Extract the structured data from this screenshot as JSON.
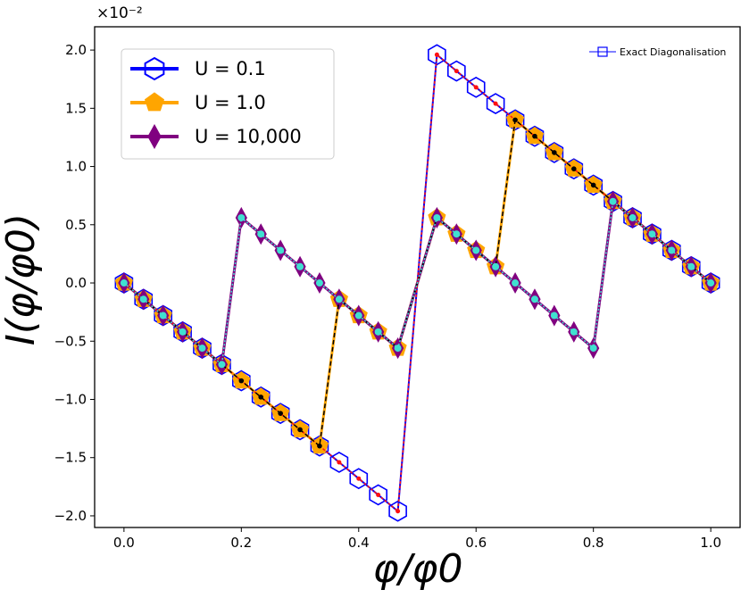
{
  "chart_data": {
    "type": "line",
    "xlabel": "φ/φ0",
    "ylabel": "I(φ/φ0)",
    "y_offset_text": "×10⁻²",
    "xlim": [
      -0.05,
      1.05
    ],
    "ylim": [
      -2.1,
      2.2
    ],
    "x_ticks": [
      0.0,
      0.2,
      0.4,
      0.6,
      0.8,
      1.0
    ],
    "x_tick_labels": [
      "0.0",
      "0.2",
      "0.4",
      "0.6",
      "0.8",
      "1.0"
    ],
    "y_ticks": [
      -2.0,
      -1.5,
      -1.0,
      -0.5,
      0.0,
      0.5,
      1.0,
      1.5,
      2.0
    ],
    "y_tick_labels": [
      "−2.0",
      "−1.5",
      "−1.0",
      "−0.5",
      "0.0",
      "0.5",
      "1.0",
      "1.5",
      "2.0"
    ],
    "grid": false,
    "legend_placement": "top-left",
    "x": [
      0.0,
      0.0333,
      0.0667,
      0.1,
      0.1333,
      0.1667,
      0.2,
      0.2333,
      0.2667,
      0.3,
      0.3333,
      0.3667,
      0.4,
      0.4333,
      0.4667,
      0.5333,
      0.5667,
      0.6,
      0.6333,
      0.6667,
      0.7,
      0.7333,
      0.7667,
      0.8,
      0.8333,
      0.8667,
      0.9,
      0.9333,
      0.9667,
      1.0
    ],
    "series": [
      {
        "name": "U = 0.1",
        "color": "#0000ff",
        "marker": "hexagon-open",
        "values": [
          0.0,
          -0.14,
          -0.28,
          -0.42,
          -0.56,
          -0.7,
          -0.84,
          -0.98,
          -1.12,
          -1.26,
          -1.4,
          -1.54,
          -1.68,
          -1.82,
          -1.96,
          1.96,
          1.82,
          1.68,
          1.54,
          1.4,
          1.26,
          1.12,
          0.98,
          0.84,
          0.7,
          0.56,
          0.42,
          0.28,
          0.14,
          0.0
        ]
      },
      {
        "name": "U = 1.0",
        "color": "#ffa500",
        "marker": "pentagon",
        "values": [
          0.0,
          -0.14,
          -0.28,
          -0.42,
          -0.56,
          -0.7,
          -0.84,
          -0.98,
          -1.12,
          -1.26,
          -1.4,
          -0.14,
          -0.28,
          -0.42,
          -0.56,
          0.56,
          0.42,
          0.28,
          0.14,
          1.4,
          1.26,
          1.12,
          0.98,
          0.84,
          0.7,
          0.56,
          0.42,
          0.28,
          0.14,
          0.0
        ]
      },
      {
        "name": "U = 10,000",
        "color": "#800080",
        "marker": "thin-diamond",
        "values": [
          0.0,
          -0.14,
          -0.28,
          -0.42,
          -0.56,
          -0.7,
          0.56,
          0.42,
          0.28,
          0.14,
          0.0,
          -0.14,
          -0.28,
          -0.42,
          -0.56,
          0.56,
          0.42,
          0.28,
          0.14,
          0.0,
          -0.14,
          -0.28,
          -0.42,
          -0.56,
          0.7,
          0.56,
          0.42,
          0.28,
          0.14,
          0.0
        ]
      },
      {
        "name": "Exact Diagonalisation",
        "color": "#0000ff",
        "marker": "square-open",
        "values": []
      }
    ],
    "legend_entries": [
      "U = 0.1",
      "U = 1.0",
      "U = 10,000"
    ],
    "legend2_entries": [
      "Exact Diagonalisation"
    ]
  }
}
